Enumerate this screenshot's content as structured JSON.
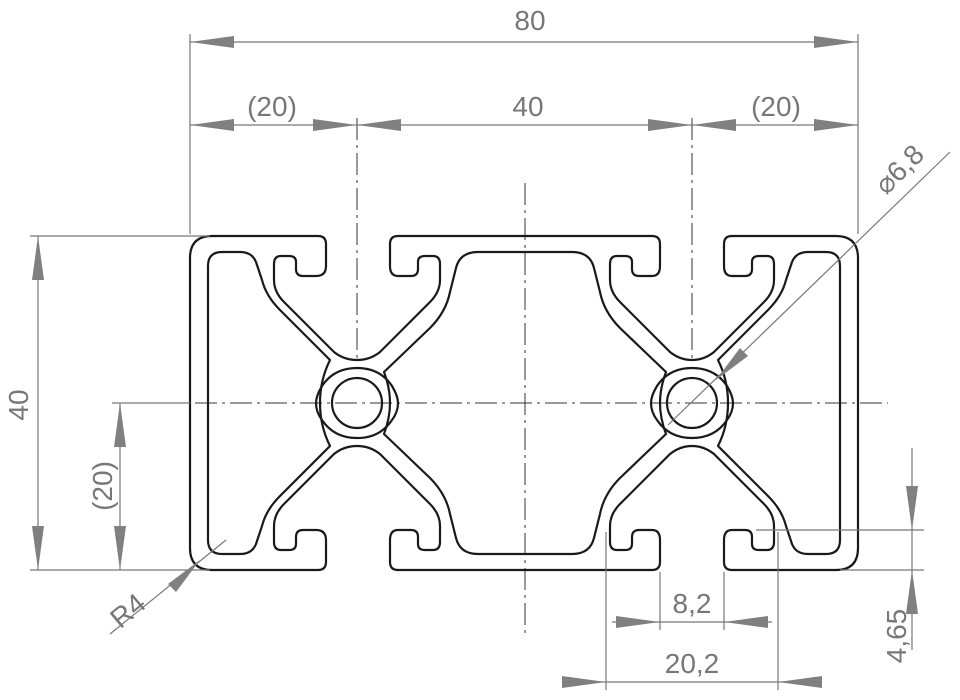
{
  "dimensions": {
    "overall_width": "80",
    "left_offset": "(20)",
    "center_span": "40",
    "right_offset": "(20)",
    "bore_diameter": "⌀6,8",
    "overall_height": "40",
    "half_height": "(20)",
    "corner_radius": "R4",
    "slot_opening": "8,2",
    "slot_width": "20,2",
    "slot_lip": "4,65"
  },
  "colors": {
    "outline": "#1a1a1a",
    "dimension": "#777777",
    "centerline": "#333333",
    "background": "#ffffff"
  }
}
